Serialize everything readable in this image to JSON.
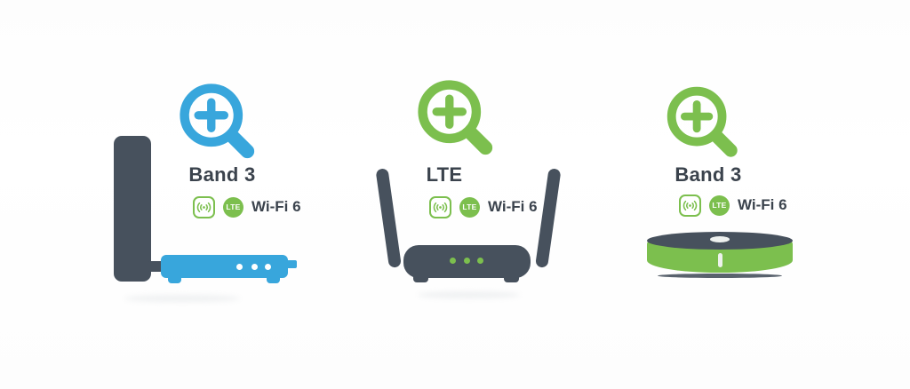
{
  "illustration": {
    "description_colors": {
      "accent_blue": "#38a6dc",
      "accent_green": "#7cbf4e",
      "device_dark": "#47515d",
      "label_text": "#3b434d",
      "background": "#fdfdfd"
    },
    "icons": {
      "zoom_in": "magnifier-plus-icon",
      "signal": "wireless-signal-badge-icon",
      "lte": "lte-badge-icon"
    },
    "groups": [
      {
        "device": "blue-router-with-vertical-antenna",
        "magnifier_color": "#38a6dc",
        "band_label": "Band 3",
        "lte_badge_label": "LTE",
        "wifi_label": "Wi-Fi 6"
      },
      {
        "device": "dark-router-with-two-antennas",
        "magnifier_color": "#7cbf4e",
        "band_label": "LTE",
        "lte_badge_label": "LTE",
        "wifi_label": "Wi-Fi 6"
      },
      {
        "device": "green-round-puck-router",
        "magnifier_color": "#7cbf4e",
        "band_label": "Band 3",
        "lte_badge_label": "LTE",
        "wifi_label": "Wi-Fi 6"
      }
    ]
  }
}
